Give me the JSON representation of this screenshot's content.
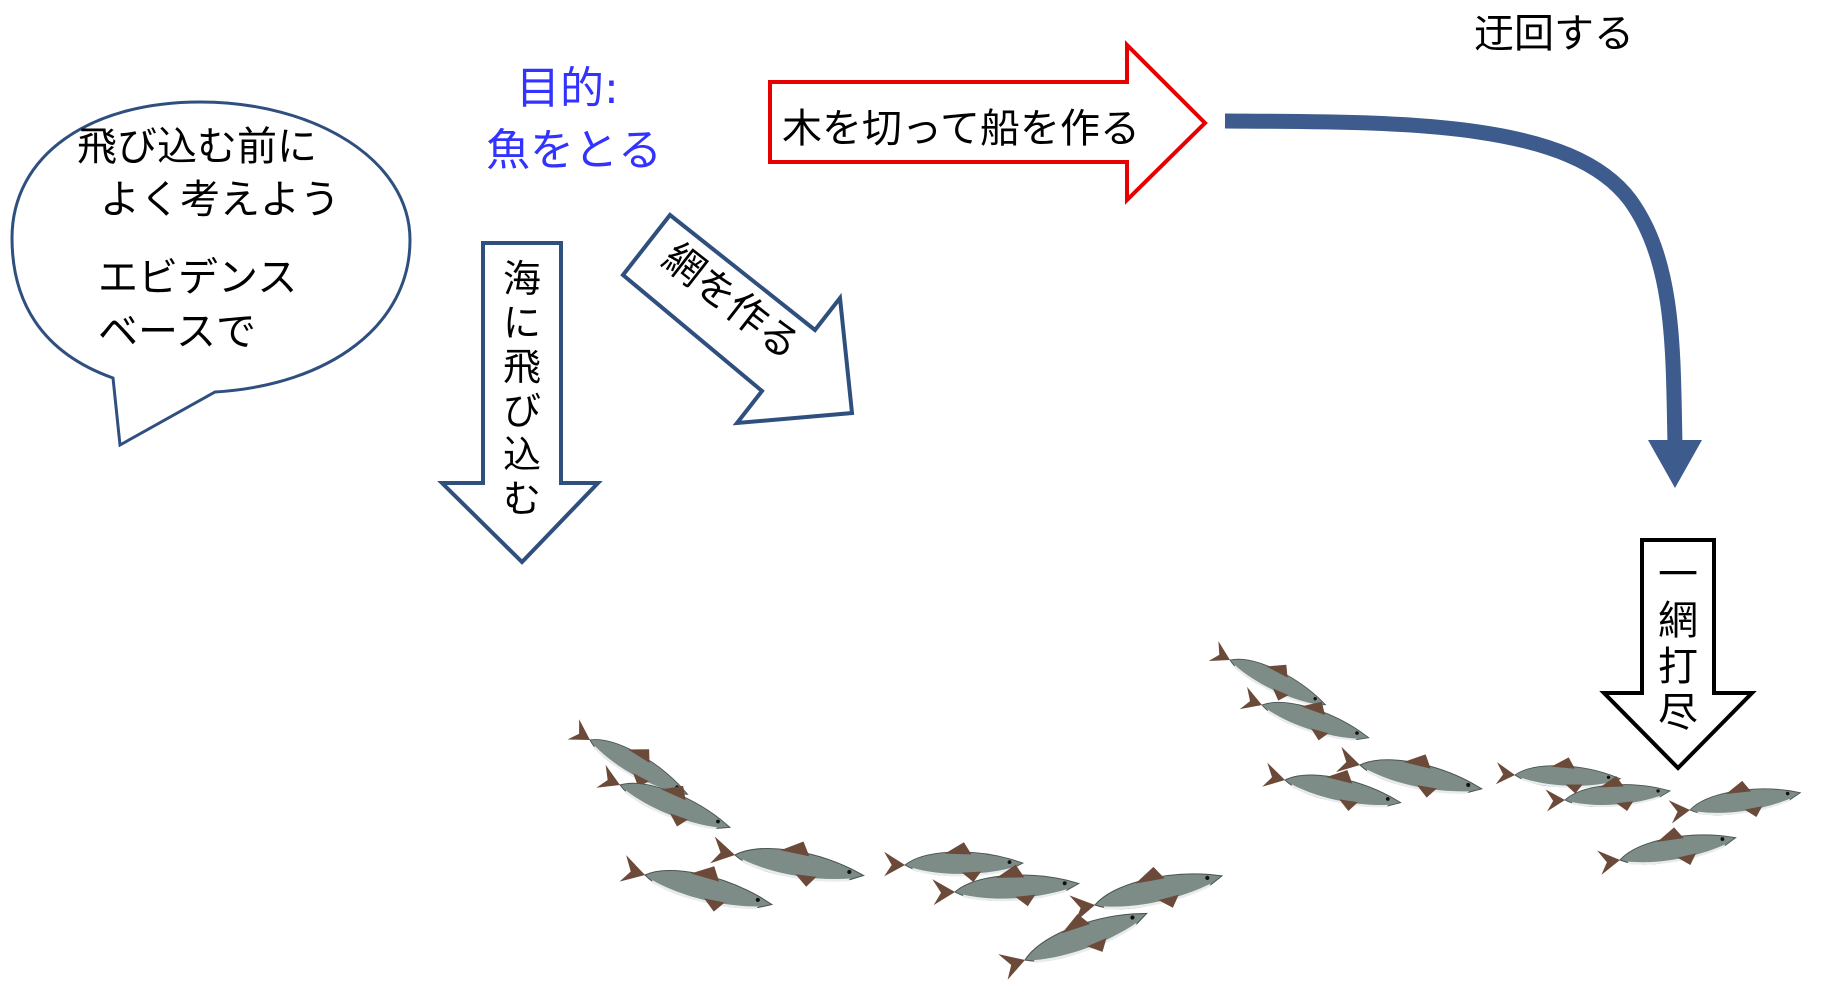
{
  "bubble": {
    "line1": "飛び込む前に",
    "line2": "よく考えよう",
    "line3": "エビデンス",
    "line4": "ベースで"
  },
  "goal": {
    "line1": "目的:",
    "line2": "魚をとる",
    "color": "#3333ff"
  },
  "arrows": {
    "jump": [
      "海",
      "に",
      "飛",
      "び",
      "込",
      "む"
    ],
    "net": "網を作る",
    "boat": "木を切って船を作る",
    "catch_all": [
      "一",
      "網",
      "打",
      "尽"
    ]
  },
  "detour": {
    "label": "迂回する",
    "color": "#3d5b8c"
  },
  "colors": {
    "arrow_outline": "#2f4f7f",
    "boat_outline": "#e60000",
    "fish_body": "#7e8c88",
    "fish_belly": "#e9ecef",
    "fish_fin": "#6b4a3a"
  },
  "icons": {
    "fish": "fish-icon"
  }
}
